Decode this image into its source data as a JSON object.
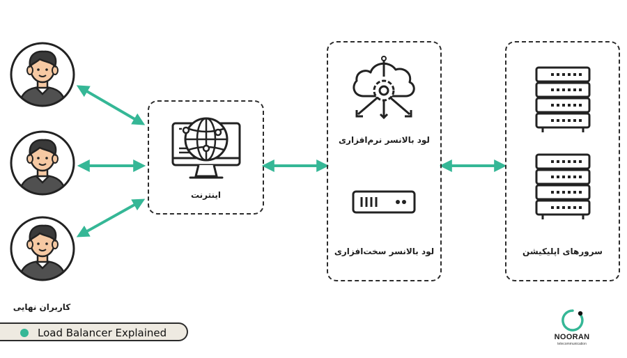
{
  "labels": {
    "end_users": "کاربران نهایی",
    "internet": "اینترنت",
    "software_lb": "لود بالانسر نرم‌افزاری",
    "hardware_lb": "لود بالانسر سخت‌افزاری",
    "app_servers": "سرورهای اپلیکیشن"
  },
  "footer": {
    "tag_text": "Load Balancer Explained"
  },
  "brand": {
    "name": "NOORAN",
    "tagline": "telecommunication"
  },
  "colors": {
    "arrow": "#35b796",
    "outline": "#2b2b2b",
    "skin": "#f6c9a3",
    "hair": "#3a3a3a",
    "shirt": "#505050",
    "pill_bg": "#eeeae1"
  }
}
